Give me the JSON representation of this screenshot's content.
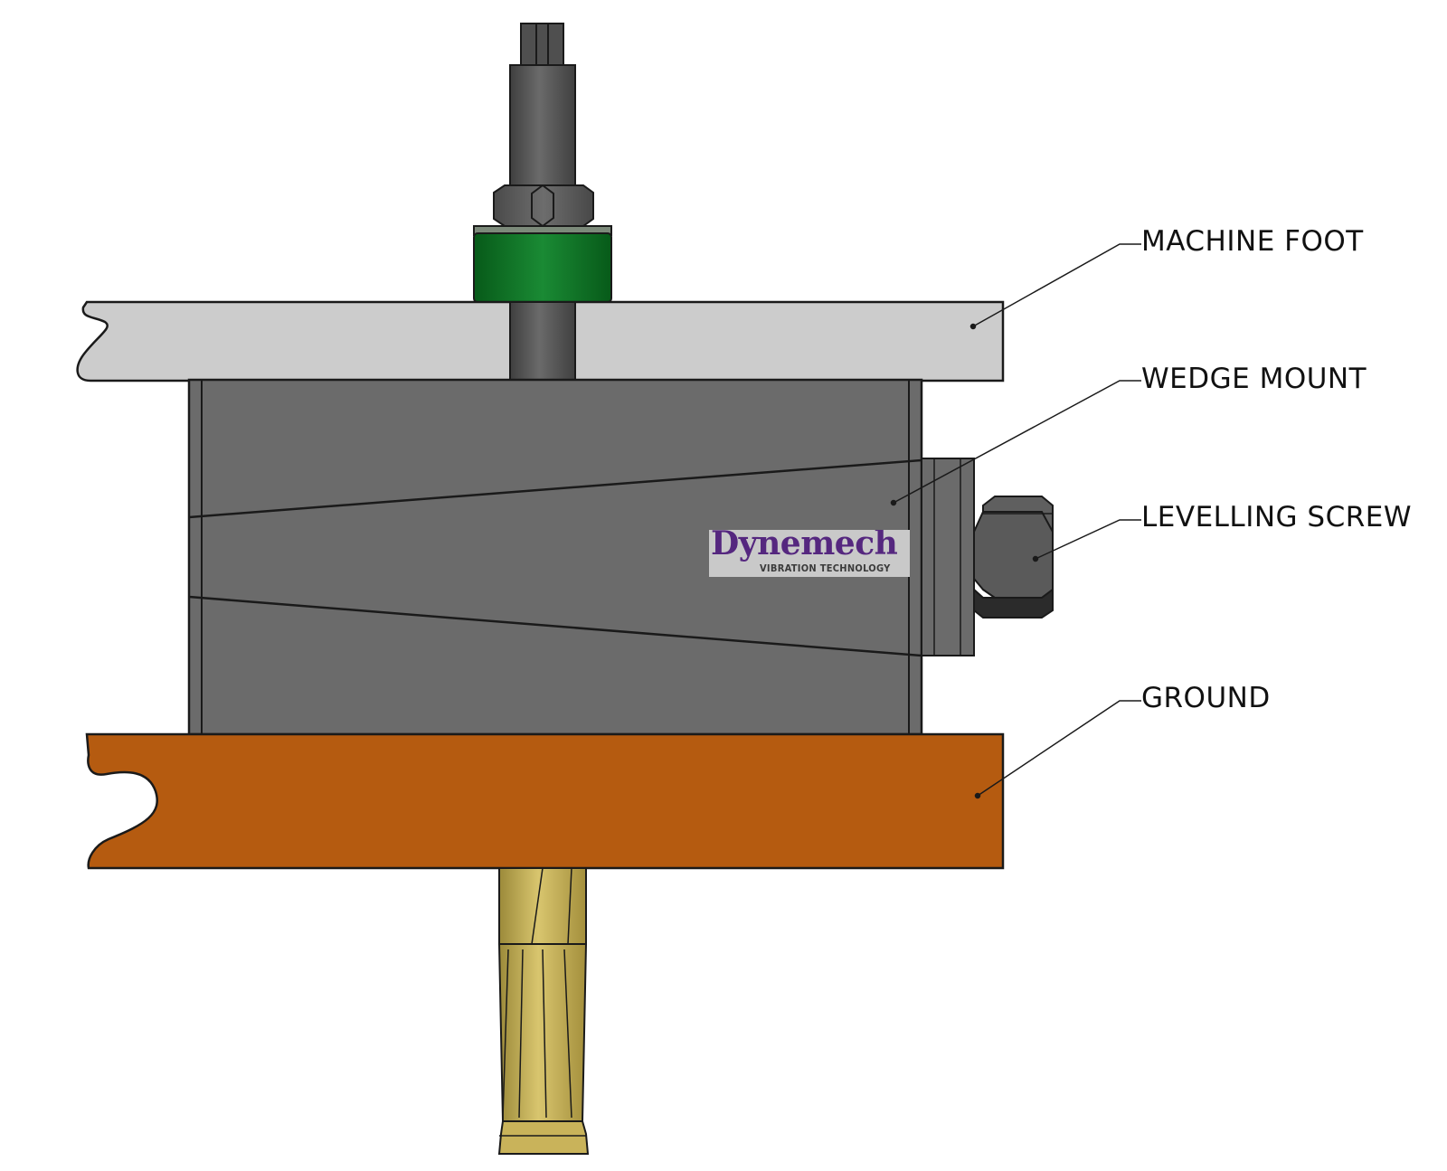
{
  "labels": {
    "machine_foot": "MACHINE FOOT",
    "wedge_mount": "WEDGE MOUNT",
    "levelling_screw": "LEVELLING SCREW",
    "ground": "GROUND"
  },
  "logo": {
    "name": "Dynemech",
    "tagline": "VIBRATION TECHNOLOGY"
  },
  "colors": {
    "machine_foot": "#cccccc",
    "wedge_body": "#6b6b6b",
    "ground": "#b55b10",
    "washer": "#0b6e22",
    "bolt": "#555555",
    "anchor": "#c9b35a",
    "logo_text": "#55277f"
  }
}
